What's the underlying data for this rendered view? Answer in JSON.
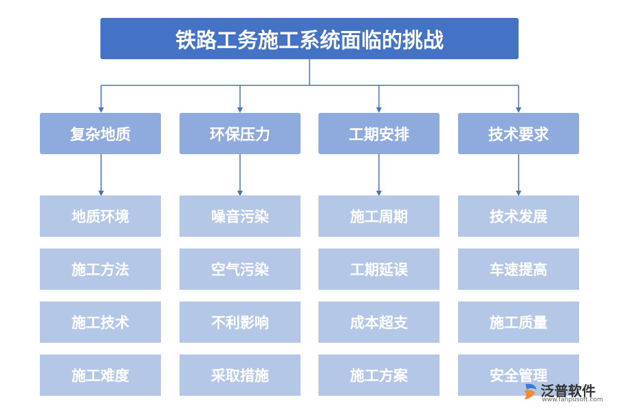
{
  "diagram": {
    "title": "铁路工务施工系统面临的挑战",
    "categories": [
      {
        "label": "复杂地质",
        "items": [
          "地质环境",
          "施工方法",
          "施工技术",
          "施工难度"
        ]
      },
      {
        "label": "环保压力",
        "items": [
          "噪音污染",
          "空气污染",
          "不利影响",
          "采取措施"
        ]
      },
      {
        "label": "工期安排",
        "items": [
          "施工周期",
          "工期延误",
          "成本超支",
          "施工方案"
        ]
      },
      {
        "label": "技术要求",
        "items": [
          "技术发展",
          "车速提高",
          "施工质量",
          "安全管理"
        ]
      }
    ]
  },
  "logo": {
    "brand": "泛普软件",
    "url": "www.fanpusoft.com"
  },
  "colors": {
    "title_bg": "#4472c4",
    "category_bg": "#8faadc",
    "item_bg": "#b4c7e7",
    "connector": "#4472c4"
  }
}
